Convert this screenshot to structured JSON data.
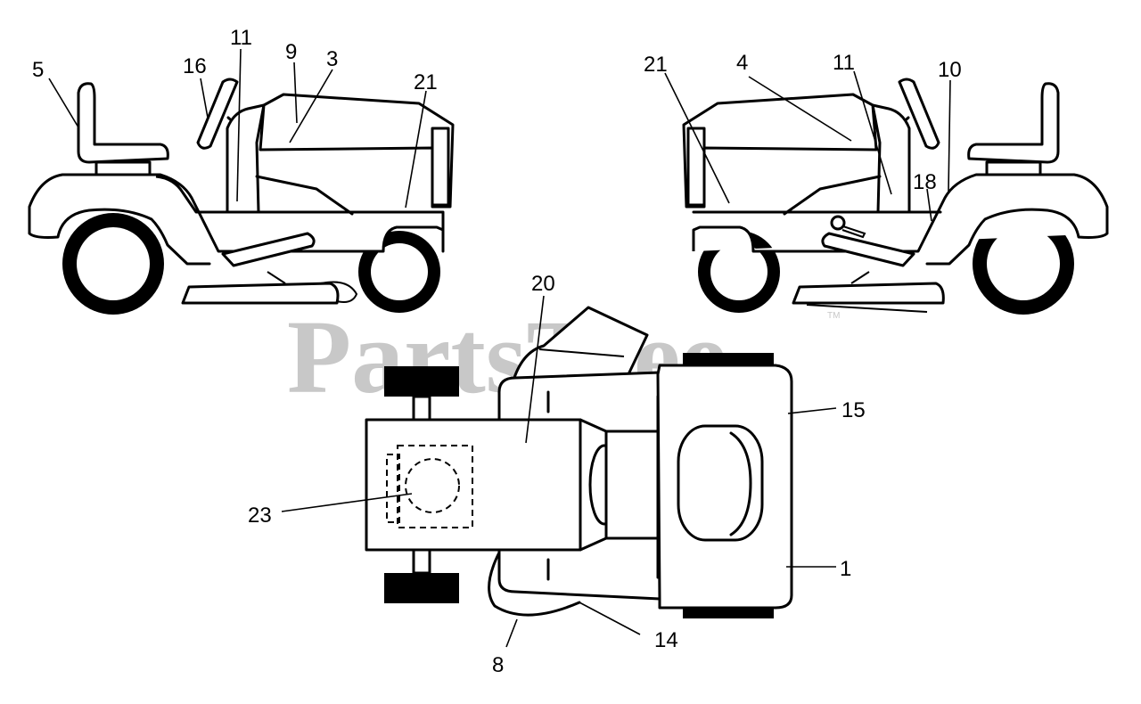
{
  "watermark": {
    "text": "PartsTree",
    "trademark": "TM"
  },
  "callouts": {
    "left_view": [
      "5",
      "16",
      "11",
      "9",
      "3",
      "21"
    ],
    "right_view": [
      "21",
      "4",
      "11",
      "10",
      "18"
    ],
    "top_view": [
      "20",
      "15",
      "23",
      "1",
      "14",
      "8"
    ]
  }
}
